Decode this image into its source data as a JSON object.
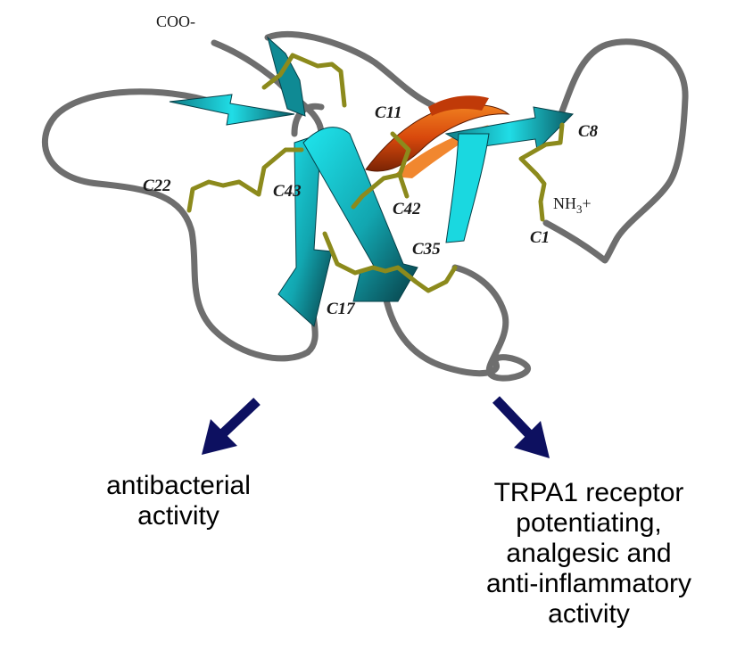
{
  "residues": {
    "c1": "C1",
    "c8": "C8",
    "c11": "C11",
    "c17": "C17",
    "c22": "C22",
    "c35": "C35",
    "c42": "C42",
    "c43": "C43"
  },
  "termini": {
    "c_terminus": "COO-",
    "n_terminus_base": "NH",
    "n_terminus_sub": "3",
    "n_terminus_charge": "+"
  },
  "activities": {
    "left": [
      "antibacterial",
      "activity"
    ],
    "right": [
      "TRPA1 receptor",
      "potentiating,",
      "analgesic and",
      "anti-inflammatory",
      "activity"
    ]
  },
  "colors": {
    "coil": "#6e6e6e",
    "beta_strand": "#17d4dc",
    "beta_strand_dark": "#0c5f68",
    "helix": "#e0500e",
    "helix_dark": "#8a2a05",
    "disulfide": "#8c8a1c",
    "arrow": "#0d1060"
  }
}
